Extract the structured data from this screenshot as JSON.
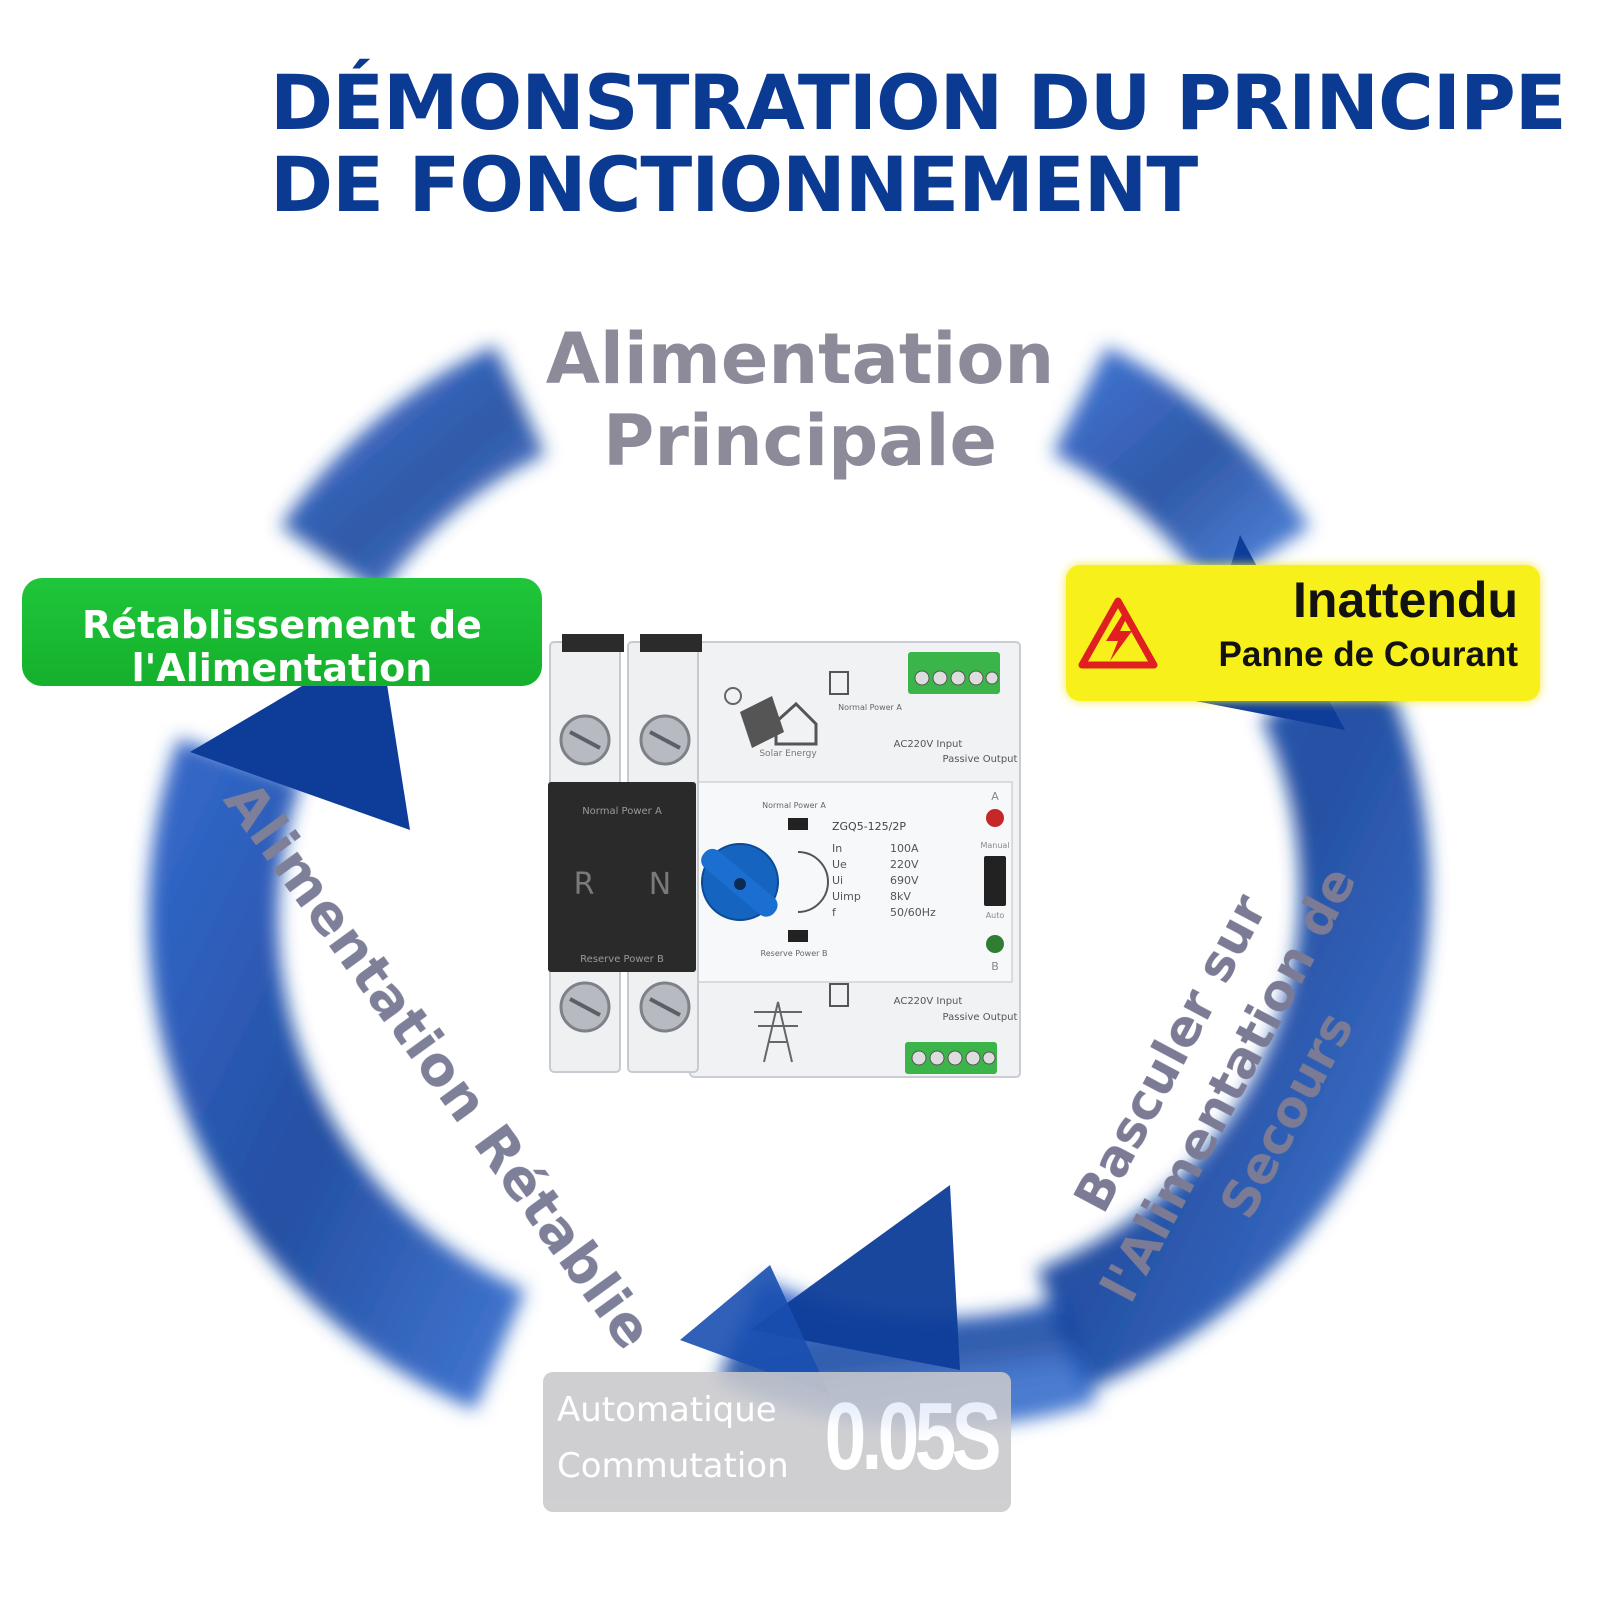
{
  "headline": {
    "line1": "DÉMONSTRATION DU PRINCIPE",
    "line2": "DE FONCTIONNEMENT"
  },
  "cycle": {
    "main_power": {
      "line1": "Alimentation",
      "line2": "Principale"
    },
    "power_failure": {
      "title": "Inattendu",
      "subtitle": "Panne de Courant"
    },
    "restoration": {
      "line1": "Rétablissement de",
      "line2": "l'Alimentation"
    },
    "restored_label": "Alimentation Rétablie",
    "backup_switch": {
      "line1": "Basculer sur",
      "line2": "l'Alimentation de",
      "line3": "Secours"
    },
    "switching": {
      "line1": "Automatique",
      "line2": "Commutation",
      "time": "0.05S"
    }
  },
  "device": {
    "top_label": "Normal Power A",
    "brand": "Solar Energy",
    "terminal_input": "AC220V Input",
    "terminal_output": "Passive Output",
    "phases": [
      "R",
      "N"
    ],
    "model": "ZGQ5-125/2P",
    "specs": [
      {
        "k": "In",
        "v": "100A"
      },
      {
        "k": "Ue",
        "v": "220V"
      },
      {
        "k": "Ui",
        "v": "690V"
      },
      {
        "k": "Uimp",
        "v": "8kV"
      },
      {
        "k": "f",
        "v": "50/60Hz"
      }
    ],
    "normal_power": "Normal Power A",
    "reserve_power": "Reserve Power B",
    "indicator_a": "A",
    "indicator_b": "B",
    "mode_manual": "Manual",
    "mode_auto": "Auto"
  },
  "colors": {
    "headline": "#0b3a93",
    "arrows": "#0d3d99",
    "restoration_badge": "#1fc63a",
    "failure_badge": "#f8f01a",
    "knob": "#1565c0"
  },
  "icons": [
    "warning-lightning-icon",
    "solar-house-icon",
    "power-tower-icon"
  ]
}
